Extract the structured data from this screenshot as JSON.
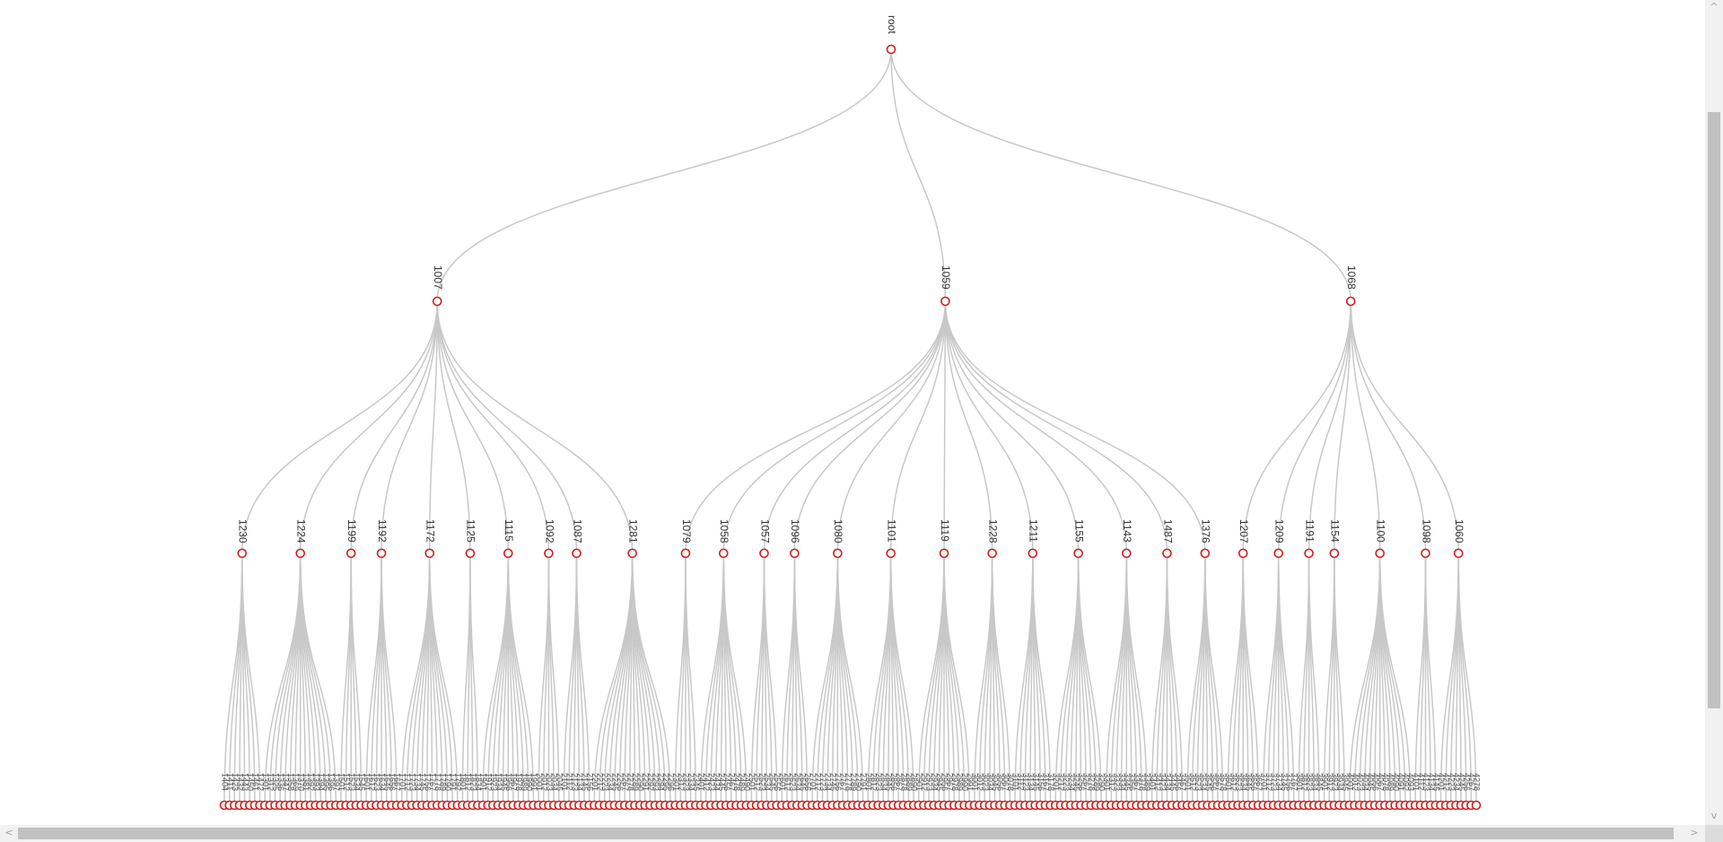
{
  "tree": {
    "root": "root",
    "groups": [
      {
        "label": "1007",
        "children": [
          {
            "label": "1230",
            "leaves": [
              "1404",
              "1411",
              "1423",
              "1432",
              "1443",
              "1450",
              "1461",
              "1472"
            ]
          },
          {
            "label": "1224",
            "leaves": [
              "1301",
              "1312",
              "1325",
              "1336",
              "1347",
              "1358",
              "1369",
              "1370",
              "1381",
              "1392",
              "1393",
              "1394",
              "1395",
              "1396",
              "1397"
            ]
          },
          {
            "label": "1199",
            "leaves": [
              "1501",
              "1512",
              "1523",
              "1534",
              "1545"
            ]
          },
          {
            "label": "1192",
            "leaves": [
              "1601",
              "1612",
              "1623",
              "1634",
              "1645",
              "1656",
              "1667"
            ]
          },
          {
            "label": "1172",
            "leaves": [
              "1701",
              "1712",
              "1723",
              "1734",
              "1745",
              "1756",
              "1767",
              "1778",
              "1789",
              "1790",
              "1791",
              "1792"
            ]
          },
          {
            "label": "1125",
            "leaves": [
              "1801",
              "1812",
              "1823",
              "1834"
            ]
          },
          {
            "label": "1115",
            "leaves": [
              "1901",
              "1912",
              "1923",
              "1934",
              "1945",
              "1956",
              "1967",
              "1978",
              "1989",
              "1990",
              "1991"
            ]
          },
          {
            "label": "1092",
            "leaves": [
              "2001",
              "2012",
              "2023",
              "2034",
              "2045"
            ]
          },
          {
            "label": "1087",
            "leaves": [
              "2101",
              "2112",
              "2123",
              "2134",
              "2145",
              "2156"
            ]
          },
          {
            "label": "1281",
            "leaves": [
              "2201",
              "2212",
              "2223",
              "2234",
              "2245",
              "2256",
              "2267",
              "2278",
              "2289",
              "2290",
              "2291",
              "2292",
              "2293",
              "2294",
              "2295",
              "2296"
            ]
          }
        ]
      },
      {
        "label": "1059",
        "children": [
          {
            "label": "1079",
            "leaves": [
              "2301",
              "2312",
              "2323",
              "2334",
              "2345"
            ]
          },
          {
            "label": "1058",
            "leaves": [
              "2401",
              "2412",
              "2423",
              "2434",
              "2445",
              "2456",
              "2467",
              "2478",
              "2489",
              "2490"
            ]
          },
          {
            "label": "1057",
            "leaves": [
              "2501",
              "2512",
              "2523",
              "2534",
              "2545",
              "2556"
            ]
          },
          {
            "label": "1096",
            "leaves": [
              "2601",
              "2612",
              "2623",
              "2634",
              "2645",
              "2656"
            ]
          },
          {
            "label": "1080",
            "leaves": [
              "2701",
              "2712",
              "2723",
              "2734",
              "2745",
              "2756",
              "2767",
              "2778",
              "2789",
              "2790",
              "2791"
            ]
          },
          {
            "label": "1101",
            "leaves": [
              "2801",
              "2812",
              "2823",
              "2834",
              "2845",
              "2856",
              "2867",
              "2878",
              "2889",
              "2890"
            ]
          },
          {
            "label": "1119",
            "leaves": [
              "2901",
              "2912",
              "2923",
              "2934",
              "2945",
              "2956",
              "2967",
              "2978",
              "2989",
              "2990",
              "2991"
            ]
          },
          {
            "label": "1228",
            "leaves": [
              "3001",
              "3012",
              "3023",
              "3034",
              "3045",
              "3056",
              "3067",
              "3078"
            ]
          },
          {
            "label": "1211",
            "leaves": [
              "3101",
              "3112",
              "3123",
              "3134",
              "3145",
              "3156",
              "3167",
              "3178"
            ]
          },
          {
            "label": "1155",
            "leaves": [
              "3201",
              "3212",
              "3223",
              "3234",
              "3245",
              "3256",
              "3267",
              "3278",
              "3289",
              "3290"
            ]
          },
          {
            "label": "1143",
            "leaves": [
              "3301",
              "3312",
              "3323",
              "3334",
              "3345",
              "3356",
              "3367",
              "3378",
              "3389"
            ]
          },
          {
            "label": "1487",
            "leaves": [
              "3401",
              "3412",
              "3423",
              "3434",
              "3445",
              "3456",
              "3467"
            ]
          },
          {
            "label": "1376",
            "leaves": [
              "3501",
              "3512",
              "3523",
              "3534",
              "3545",
              "3556",
              "3567",
              "3578"
            ]
          }
        ]
      },
      {
        "label": "1068",
        "children": [
          {
            "label": "1207",
            "leaves": [
              "3601",
              "3612",
              "3623",
              "3634",
              "3645",
              "3656",
              "3667"
            ]
          },
          {
            "label": "1209",
            "leaves": [
              "3701",
              "3712",
              "3723",
              "3734",
              "3745",
              "3756",
              "3767"
            ]
          },
          {
            "label": "1191",
            "leaves": [
              "3801",
              "3812",
              "3823",
              "3834",
              "3845"
            ]
          },
          {
            "label": "1154",
            "leaves": [
              "3901",
              "3912",
              "3923",
              "3934",
              "3945"
            ]
          },
          {
            "label": "1100",
            "leaves": [
              "4001",
              "4012",
              "4023",
              "4034",
              "4045",
              "4056",
              "4067",
              "4078",
              "4089",
              "4090",
              "4091",
              "4092",
              "4093"
            ]
          },
          {
            "label": "1098",
            "leaves": [
              "4101",
              "4112",
              "4123",
              "4134",
              "4145"
            ]
          },
          {
            "label": "1060",
            "leaves": [
              "4201",
              "4212",
              "4223",
              "4234",
              "4245",
              "4256",
              "4267",
              "4278"
            ]
          }
        ]
      }
    ]
  },
  "colors": {
    "link": "#c8c8c8",
    "node_stroke": "#cc1f1f",
    "label": "#333333"
  },
  "scrollbars": {
    "up_arrow": "^",
    "down_arrow": "v",
    "left_arrow": "<",
    "right_arrow": ">"
  }
}
